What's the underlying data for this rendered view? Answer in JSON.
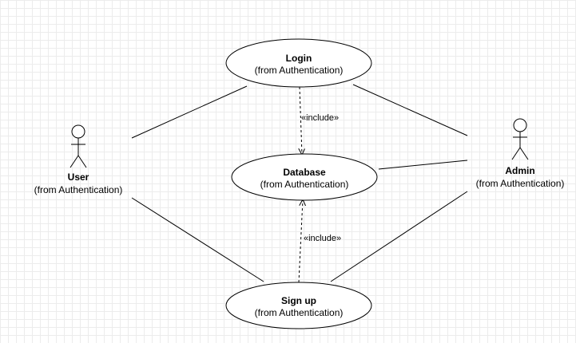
{
  "usecases": {
    "login": {
      "name": "Login",
      "package": "(from Authentication)"
    },
    "database": {
      "name": "Database",
      "package": "(from Authentication)"
    },
    "signup": {
      "name": "Sign up",
      "package": "(from Authentication)"
    }
  },
  "actors": {
    "user": {
      "name": "User",
      "package": "(from Authentication)"
    },
    "admin": {
      "name": "Admin",
      "package": "(from Authentication)"
    }
  },
  "relations": {
    "login_database": "«include»",
    "signup_database": "«include»"
  }
}
